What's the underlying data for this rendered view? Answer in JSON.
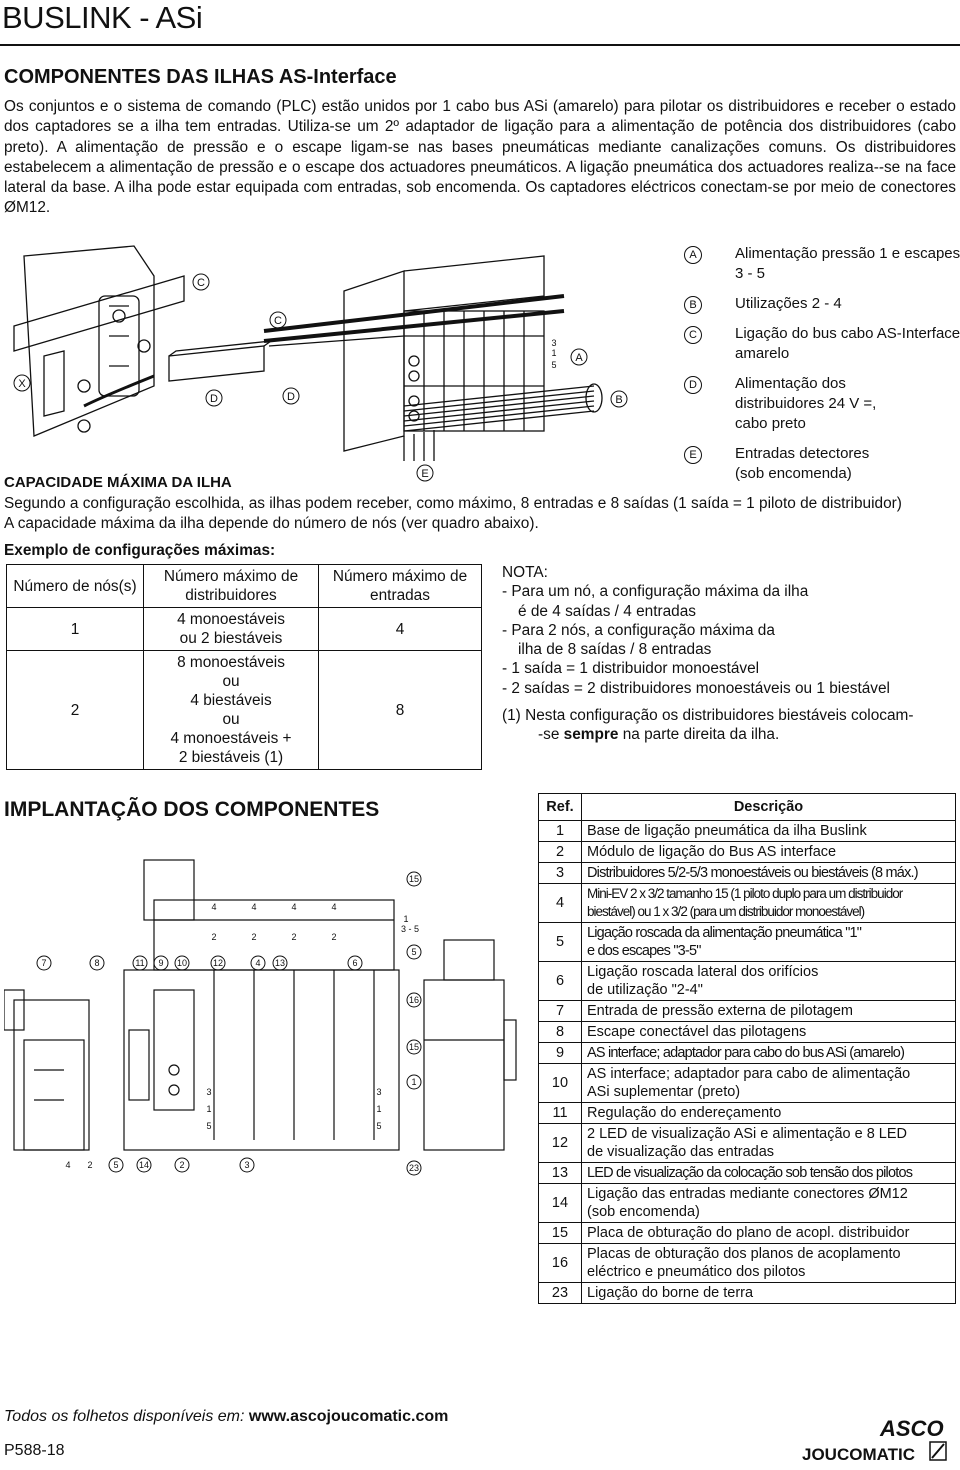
{
  "header": {
    "title": "BUSLINK - ASi"
  },
  "section1": {
    "title": "COMPONENTES DAS ILHAS AS-Interface",
    "paragraph": "Os conjuntos e o sistema de comando (PLC) estão unidos por 1 cabo bus ASi (amarelo) para pilotar os distribuidores e receber o estado dos captadores se a ilha tem entradas. Utiliza-se um 2º adaptador de ligação para a alimentação de potência dos distribuidores (cabo preto). A alimentação de pressão e o escape ligam-se nas bases pneumáticas mediante canalizações comuns. Os distribuidores estabelecem a alimentação de pressão e o escape dos actuadores pneumáticos. A ligação pneumática dos actuadores realiza--se na face lateral da base. A ilha pode estar equipada com entradas, sob encomenda. Os captadores eléctricos conectam-se por meio de conectores ØM12."
  },
  "figure1": {
    "labels": {
      "x": "X",
      "c": "C",
      "d": "D",
      "a": "A",
      "b": "B",
      "e": "E",
      "p1": "1",
      "p3": "3",
      "p5": "5"
    }
  },
  "legend": [
    {
      "letter": "A",
      "text": "Alimentação pressão 1 e escapes 3 - 5"
    },
    {
      "letter": "B",
      "text": "Utilizações 2 - 4"
    },
    {
      "letter": "C",
      "text": "Ligação do bus cabo AS-Interface amarelo"
    },
    {
      "letter": "D",
      "text": "Alimentação dos distribuidores 24 V =, cabo preto"
    },
    {
      "letter": "E",
      "text": "Entradas detectores (sob encomenda)"
    }
  ],
  "capacity": {
    "title": "CAPACIDADE MÁXIMA DA ILHA",
    "line1": "Segundo a configuração escolhida, as ilhas podem receber, como máximo, 8 entradas e 8 saídas (1 saída = 1 piloto de distribuidor)",
    "line2": "A capacidade máxima da ilha depende do número de nós (ver quadro abaixo)."
  },
  "config_table": {
    "title": "Exemplo de configurações máximas:",
    "headers": [
      "Número de nós(s)",
      "Número máximo de distribuidores",
      "Número máximo de entradas"
    ],
    "rows": [
      {
        "nodes": "1",
        "distributors": [
          "4 monoestáveis",
          "ou 2 biestáveis"
        ],
        "inputs": "4"
      },
      {
        "nodes": "2",
        "distributors": [
          "8 monoestáveis",
          "ou",
          "4 biestáveis",
          "ou",
          "4 monoestáveis +",
          "2 biestáveis (1)"
        ],
        "inputs": "8"
      }
    ]
  },
  "nota": {
    "title": "NOTA:",
    "lines": [
      "- Para um nó, a configuração máxima da ilha",
      "   é de 4 saídas / 4 entradas",
      "- Para 2 nós, a configuração máxima da",
      "   ilha de 8 saídas / 8 entradas",
      "- 1 saída = 1 distribuidor monoestável",
      "- 2 saídas = 2 distribuidores monoestáveis ou 1 biestável"
    ],
    "footnote_pre": "(1) Nesta configuração os distribuidores biestáveis colocam-",
    "footnote_pre2": "-se ",
    "footnote_bold": "sempre",
    "footnote_post": " na parte direita da ilha."
  },
  "section2": {
    "title": "IMPLANTAÇÃO DOS COMPONENTES"
  },
  "figure2": {
    "callouts_top": [
      "7",
      "8",
      "11",
      "9",
      "10",
      "12",
      "4",
      "13",
      "6"
    ],
    "callouts_bottom": [
      "4",
      "2",
      "5",
      "14",
      "2",
      "3"
    ],
    "callouts_right": [
      "15",
      "1",
      "3 - 5",
      "5",
      "16",
      "15",
      "1",
      "23"
    ],
    "module_digits": [
      "4",
      "4",
      "4",
      "4",
      "2",
      "2",
      "2",
      "2"
    ],
    "port_digits": [
      "3",
      "1",
      "5"
    ]
  },
  "ref_table": {
    "headers": [
      "Ref.",
      "Descrição"
    ],
    "rows": [
      {
        "ref": "1",
        "desc": [
          "Base de ligação pneumática da ilha Buslink"
        ]
      },
      {
        "ref": "2",
        "desc": [
          "Módulo de ligação do Bus AS interface"
        ]
      },
      {
        "ref": "3",
        "desc": [
          "Distribuidores 5/2-5/3 monoestáveis ou biestáveis (8 máx.)"
        ]
      },
      {
        "ref": "4",
        "desc": [
          "Mini-EV 2 x 3/2 tamanho 15 (1 piloto duplo para um distribuidor",
          "biestável) ou 1 x 3/2 (para um distribuidor monoestável)"
        ]
      },
      {
        "ref": "5",
        "desc": [
          "Ligação roscada da alimentação pneumática \"1\"",
          "e dos escapes \"3-5\""
        ]
      },
      {
        "ref": "6",
        "desc": [
          "Ligação roscada lateral dos orifícios",
          "de utilização \"2-4\""
        ]
      },
      {
        "ref": "7",
        "desc": [
          "Entrada de pressão externa de pilotagem"
        ]
      },
      {
        "ref": "8",
        "desc": [
          "Escape conectável das pilotagens"
        ]
      },
      {
        "ref": "9",
        "desc": [
          "AS interface; adaptador para cabo do bus ASi (amarelo)"
        ]
      },
      {
        "ref": "10",
        "desc": [
          "AS interface; adaptador para cabo de alimentação",
          "ASi suplementar (preto)"
        ]
      },
      {
        "ref": "11",
        "desc": [
          "Regulação do endereçamento"
        ]
      },
      {
        "ref": "12",
        "desc": [
          "2 LED de visualização ASi e alimentação e 8 LED",
          "de visualização das entradas"
        ]
      },
      {
        "ref": "13",
        "desc": [
          "LED de visualização da colocação sob tensão dos pilotos"
        ]
      },
      {
        "ref": "14",
        "desc": [
          "Ligação das entradas mediante conectores ØM12",
          "(sob encomenda)"
        ]
      },
      {
        "ref": "15",
        "desc": [
          "Placa de obturação do plano de acopl. distribuidor"
        ]
      },
      {
        "ref": "16",
        "desc": [
          "Placas de obturação dos planos de acoplamento",
          "eléctrico e pneumático dos pilotos"
        ]
      },
      {
        "ref": "23",
        "desc": [
          "Ligação do borne de terra"
        ]
      }
    ]
  },
  "footer": {
    "prefix": "Todos os folhetos disponíveis em:",
    "url": "www.ascojoucomatic.com",
    "page": "P588-18"
  },
  "logo": {
    "brand1": "ASCO",
    "brand2": "JOUCOMATIC"
  }
}
